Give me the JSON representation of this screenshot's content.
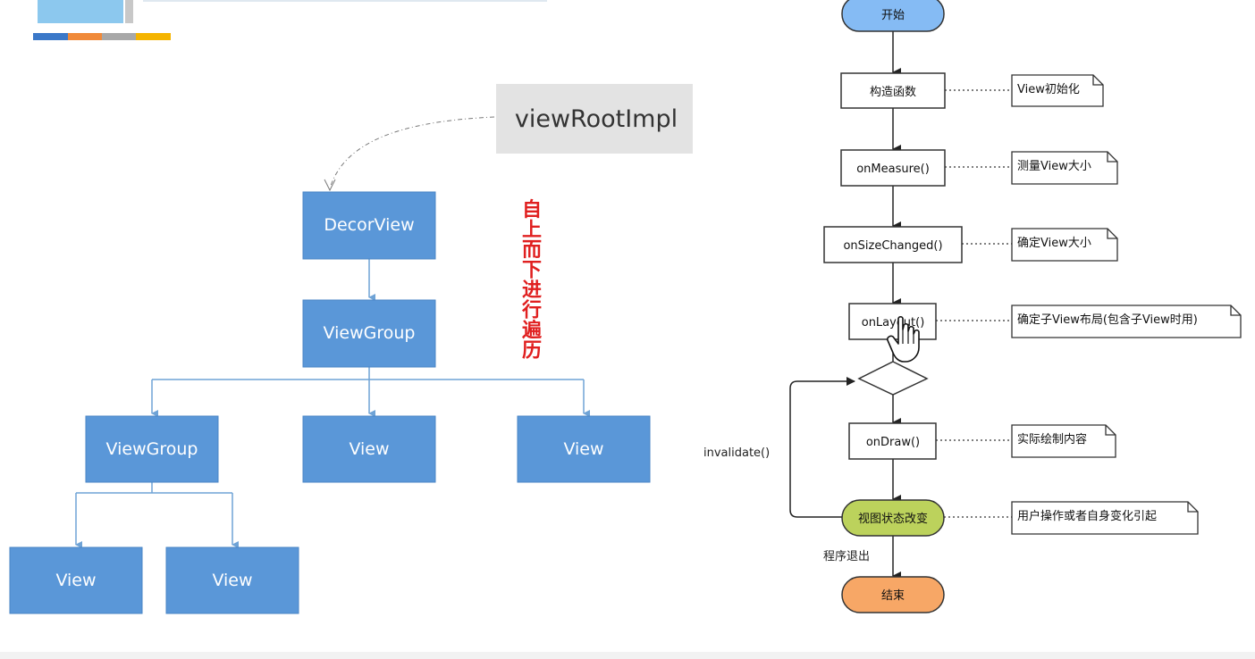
{
  "tree": {
    "root_label": "viewRootImpl",
    "decor": "DecorView",
    "viewgroup_level1": "ViewGroup",
    "level2": [
      "ViewGroup",
      "View",
      "View"
    ],
    "level3": [
      "View",
      "View"
    ],
    "traversal_note": "自上而下进行遍历",
    "colors": {
      "node": "#5a97d8",
      "connector": "#6fa3d6",
      "root_bg": "#e3e3e3",
      "note": "#e02020"
    }
  },
  "flow": {
    "start": "开始",
    "steps": [
      "构造函数",
      "onMeasure()",
      "onSizeChanged()",
      "onLayout()"
    ],
    "draw": "onDraw()",
    "state_change": "视图状态改变",
    "end": "结束",
    "loop_label": "invalidate()",
    "exit_label": "程序退出",
    "notes": [
      "View初始化",
      "测量View大小",
      "确定View大小",
      "确定子View布局(包含子View时用)",
      "实际绘制内容",
      "用户操作或者自身变化引起"
    ],
    "colors": {
      "start": "#85bbf4",
      "state": "#bcd25c",
      "end": "#f7a766"
    }
  }
}
